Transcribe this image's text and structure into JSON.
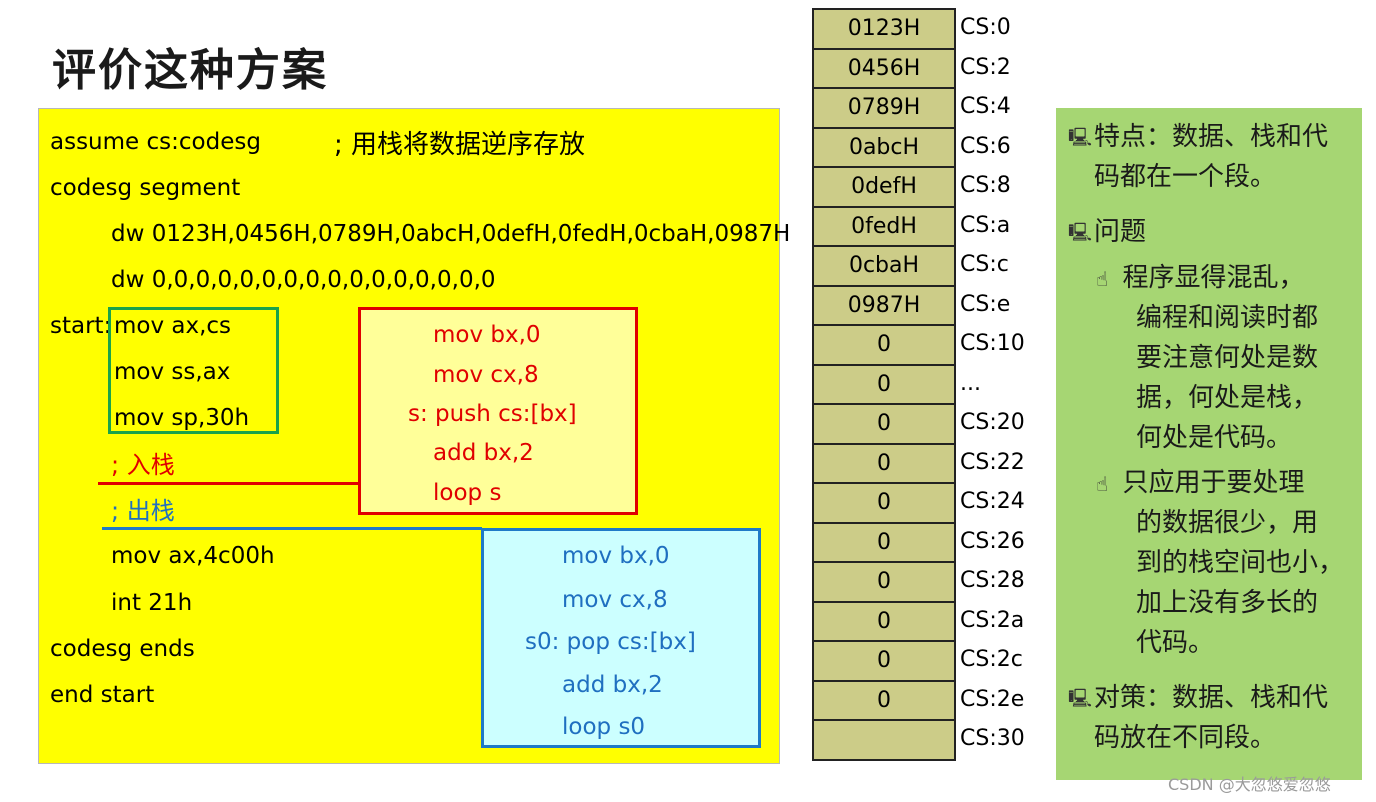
{
  "title": "评价这种方案",
  "code": {
    "line1": "assume cs:codesg",
    "line1_comment": "; 用栈将数据逆序存放",
    "line2": "codesg segment",
    "line3": "dw 0123H,0456H,0789H,0abcH,0defH,0fedH,0cbaH,0987H",
    "line4": "dw 0,0,0,0,0,0,0,0,0,0,0,0,0,0,0,0",
    "start_label": "start:",
    "init": [
      "mov ax,cs",
      "mov ss,ax",
      "mov sp,30h"
    ],
    "push_comment": "; 入栈",
    "pop_comment": "; 出栈",
    "tail": [
      "mov ax,4c00h",
      "int 21h"
    ],
    "ends": "codesg ends",
    "end": "end start"
  },
  "push_block": [
    "mov bx,0",
    "mov cx,8",
    "s: push cs:[bx]",
    "add bx,2",
    "loop s"
  ],
  "pop_block": [
    "mov bx,0",
    "mov cx,8",
    "s0: pop cs:[bx]",
    "add bx,2",
    "loop s0"
  ],
  "memory": {
    "values": [
      "0123H",
      "0456H",
      "0789H",
      "0abcH",
      "0defH",
      "0fedH",
      "0cbaH",
      "0987H",
      "0",
      "0",
      "0",
      "0",
      "0",
      "0",
      "0",
      "0",
      "0",
      "0",
      ""
    ],
    "addresses": [
      "CS:0",
      "CS:2",
      "CS:4",
      "CS:6",
      "CS:8",
      "CS:a",
      "CS:c",
      "CS:e",
      "CS:10",
      "...",
      "CS:20",
      "CS:22",
      "CS:24",
      "CS:26",
      "CS:28",
      "CS:2a",
      "CS:2c",
      "CS:2e",
      "CS:30"
    ]
  },
  "notes": {
    "p1_line1": "特点：数据、栈和代",
    "p1_line2": "码都在一个段。",
    "p2": "问题",
    "s1": [
      "程序显得混乱，",
      "编程和阅读时都",
      "要注意何处是数",
      "据，何处是栈，",
      "何处是代码。"
    ],
    "s2": [
      "只应用于要处理",
      "的数据很少，用",
      "到的栈空间也小，",
      "加上没有多长的",
      "代码。"
    ],
    "p3_line1": "对策：数据、栈和代",
    "p3_line2": "码放在不同段。"
  },
  "watermark": "CSDN @大忽悠爱忽悠",
  "colors": {
    "code_bg": "#ffff00",
    "push": "#e00000",
    "pop": "#1f7ac8",
    "init": "#1aa34a",
    "mem_cell": "#cccc88",
    "panel": "#a6d673"
  }
}
